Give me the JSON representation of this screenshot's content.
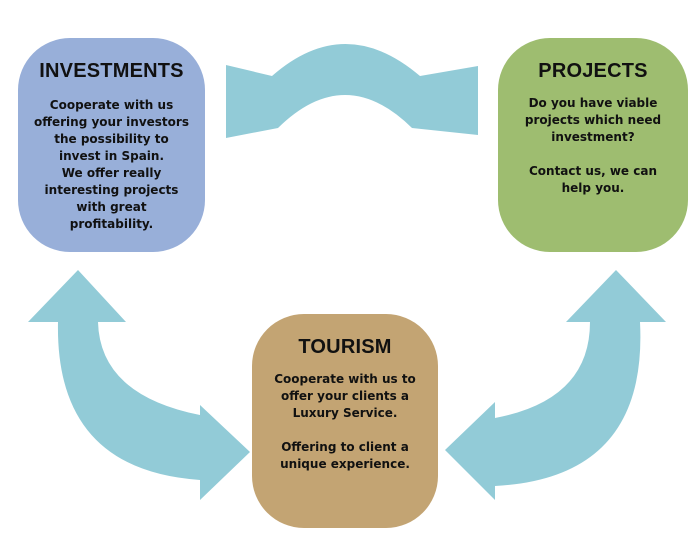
{
  "colors": {
    "arrow": "#92cbd7",
    "investments": "#98afd9",
    "projects": "#9ebd70",
    "tourism": "#c3a473"
  },
  "investments": {
    "title": "INVESTMENTS",
    "text": "Cooperate with us offering your investors the possibility to invest in Spain.",
    "text2": "We offer really interesting projects with great profitability."
  },
  "projects": {
    "title": "PROJECTS",
    "text": "Do you have viable projects which need investment?",
    "text2": "Contact us, we can help you."
  },
  "tourism": {
    "title": "TOURISM",
    "text": "Cooperate with us to offer your clients a Luxury Service.",
    "text2": "Offering to client a unique experience."
  }
}
